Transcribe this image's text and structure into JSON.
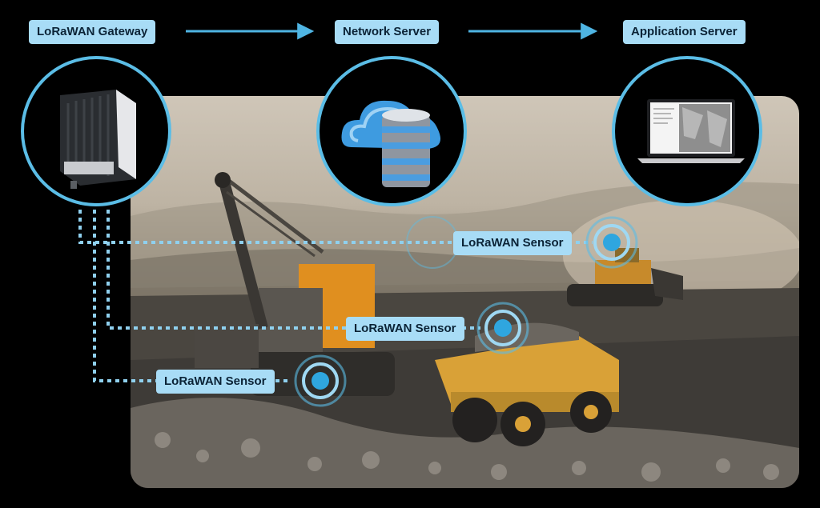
{
  "flow": {
    "gateway_label": "LoRaWAN Gateway",
    "network_label": "Network Server",
    "application_label": "Application Server"
  },
  "sensors": [
    {
      "label": "LoRaWAN Sensor"
    },
    {
      "label": "LoRaWAN Sensor"
    },
    {
      "label": "LoRaWAN Sensor"
    }
  ],
  "colors": {
    "accent": "#5bbde6",
    "label_bg": "#a8dcf6",
    "label_text": "#0b2336",
    "truck": "#d9a137",
    "excavator": "#e08f1f"
  },
  "icons": {
    "gateway": "lorawan-gateway-device-icon",
    "network": "cloud-database-icon",
    "application": "laptop-map-icon",
    "sensor": "sensor-target-icon",
    "arrow": "arrow-right-icon"
  }
}
